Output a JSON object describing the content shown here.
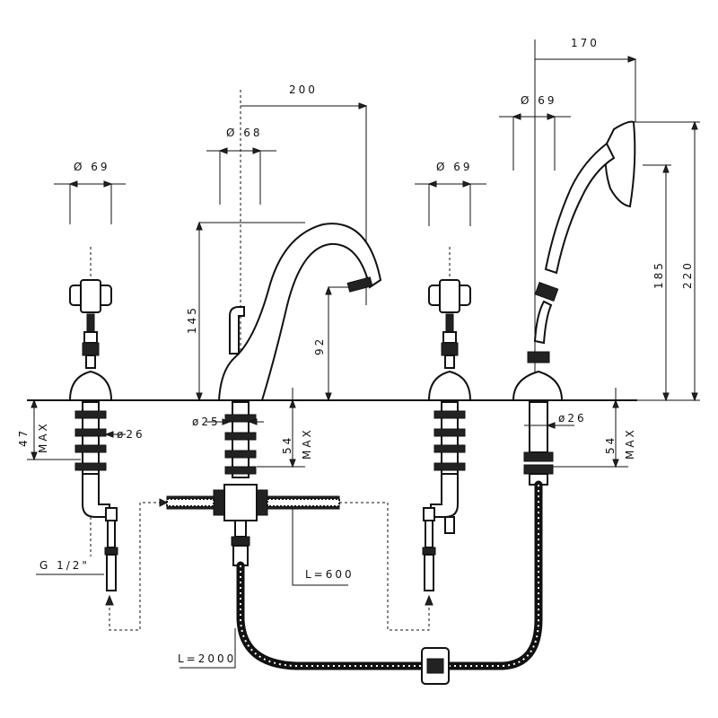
{
  "dimensions": {
    "left_valve_diameter": "Ø 69",
    "spout_diameter": "Ø 68",
    "spout_reach": "200",
    "right_valve_diameter": "Ø 69",
    "shower_diameter": "Ø 69",
    "shower_reach": "170",
    "spout_height": "145",
    "spout_outlet_height": "92",
    "shower_height_185": "185",
    "shower_height_220": "220",
    "left_deck_max": "47",
    "left_deck_max_label": "MAX",
    "center_deck_max": "54",
    "center_deck_max_label": "MAX",
    "right_deck_max": "54",
    "right_deck_max_label": "MAX",
    "left_shank_diameter": "ø26",
    "center_shank_diameter": "ø25",
    "right_shank_diameter": "ø26",
    "thread": "G 1/2\"",
    "short_hose_length": "L=600",
    "long_hose_length": "L=2000"
  }
}
